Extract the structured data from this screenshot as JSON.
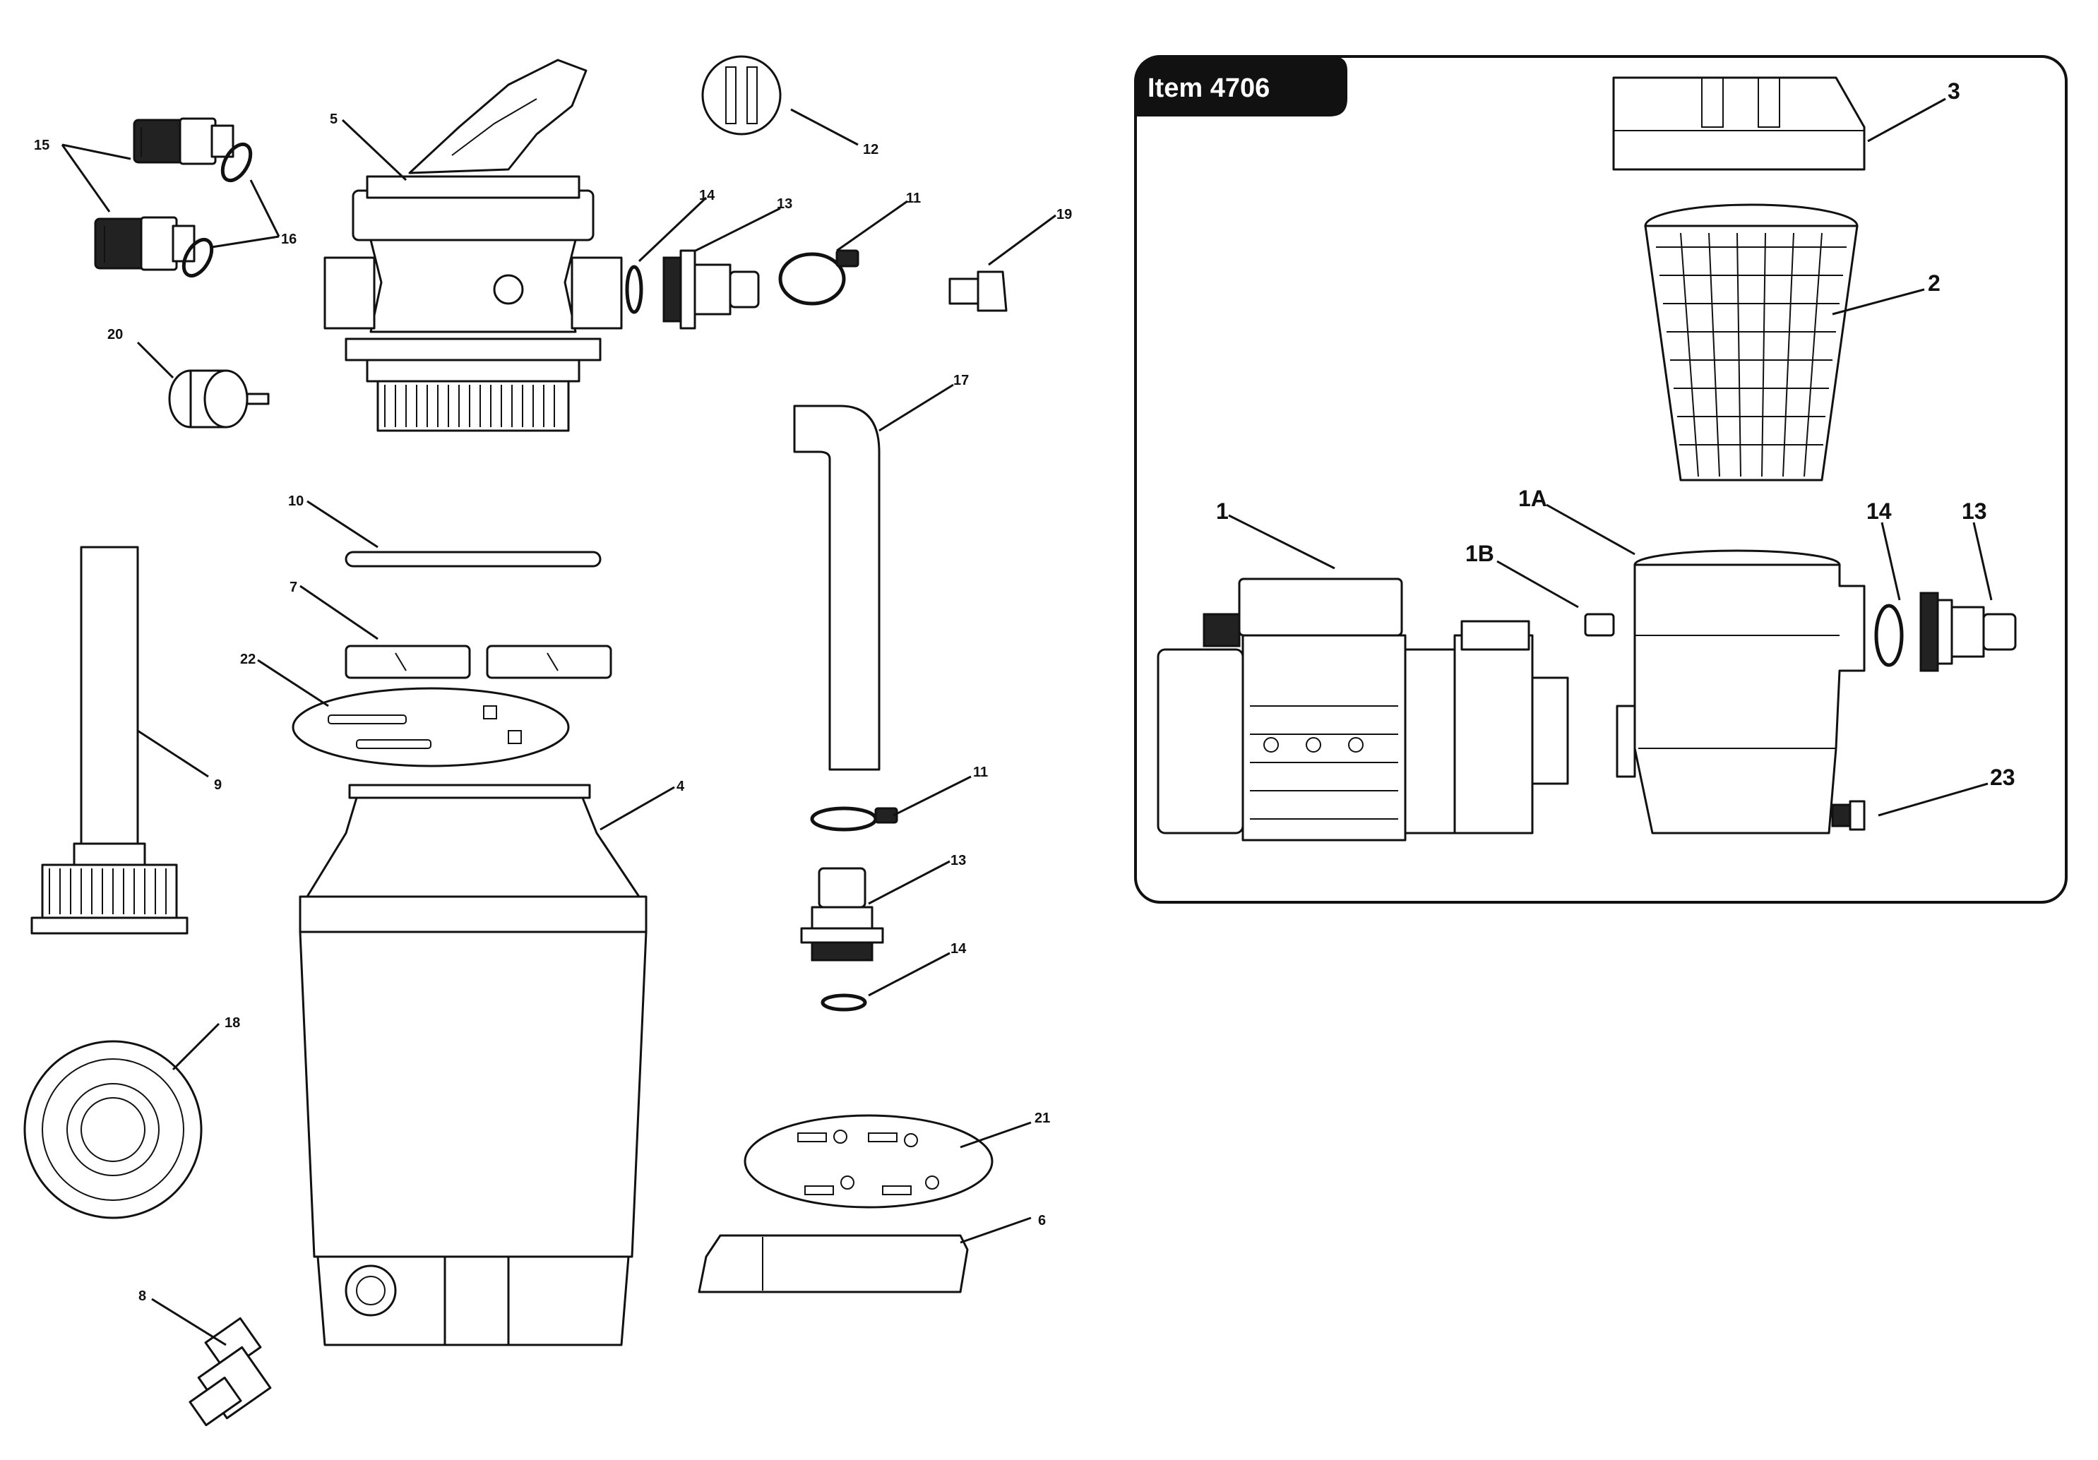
{
  "title": "Item 4706",
  "labels": {
    "l1": "1",
    "l1A": "1A",
    "l1B": "1B",
    "l2": "2",
    "l3": "3",
    "l4": "4",
    "l5": "5",
    "l6": "6",
    "l7": "7",
    "l8": "8",
    "l9": "9",
    "l10": "10",
    "l11a": "11",
    "l11b": "11",
    "l12": "12",
    "l13a": "13",
    "l13b": "13",
    "l13c": "13",
    "l14a": "14",
    "l14b": "14",
    "l14c": "14",
    "l15": "15",
    "l16": "16",
    "l17": "17",
    "l18": "18",
    "l19": "19",
    "l20": "20",
    "l21": "21",
    "l22": "22",
    "l23": "23"
  }
}
